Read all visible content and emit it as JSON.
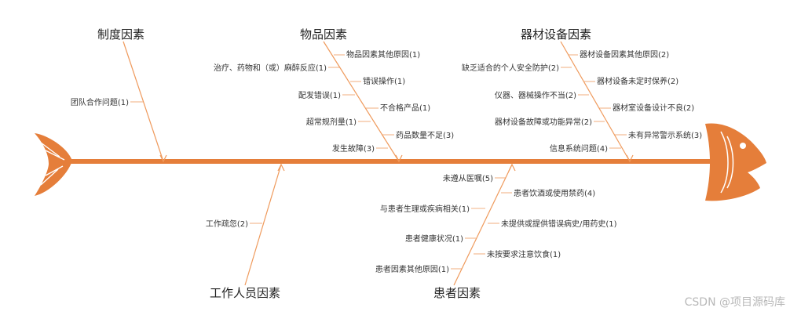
{
  "colors": {
    "spine": "#e57e3a",
    "bone": "#ef9a5c",
    "text": "#333333",
    "watermark": "#b8b8b8"
  },
  "categories": {
    "c1": {
      "label": "制度因素",
      "causes": [
        "团队合作问题(1)"
      ]
    },
    "c2": {
      "label": "物品因素",
      "causes": [
        "物品因素其他原因(1)",
        "治疗、药物和（或）麻醉反应(1)",
        "错误操作(1)",
        "配发错误(1)",
        "不合格产品(1)",
        "超常规剂量(1)",
        "药品数量不足(3)",
        "发生故障(3)"
      ]
    },
    "c3": {
      "label": "器材设备因素",
      "causes": [
        "器材设备因素其他原因(2)",
        "缺乏适合的个人安全防护(2)",
        "器材设备未定时保养(2)",
        "仪器、器械操作不当(2)",
        "器材室设备设计不良(2)",
        "器材设备故障或功能异常(2)",
        "未有异常警示系统(3)",
        "信息系统问题(4)"
      ]
    },
    "c4": {
      "label": "工作人员因素",
      "causes": [
        "工作疏忽(2)"
      ]
    },
    "c5": {
      "label": "患者因素",
      "causes": [
        "未遵从医嘱(5)",
        "患者饮酒或使用禁药(4)",
        "与患者生理或疾病相关(1)",
        "未提供或提供错误病史/用药史(1)",
        "患者健康状况(1)",
        "未按要求注意饮食(1)",
        "患者因素其他原因(1)"
      ]
    }
  },
  "watermark": "CSDN @项目源码库"
}
